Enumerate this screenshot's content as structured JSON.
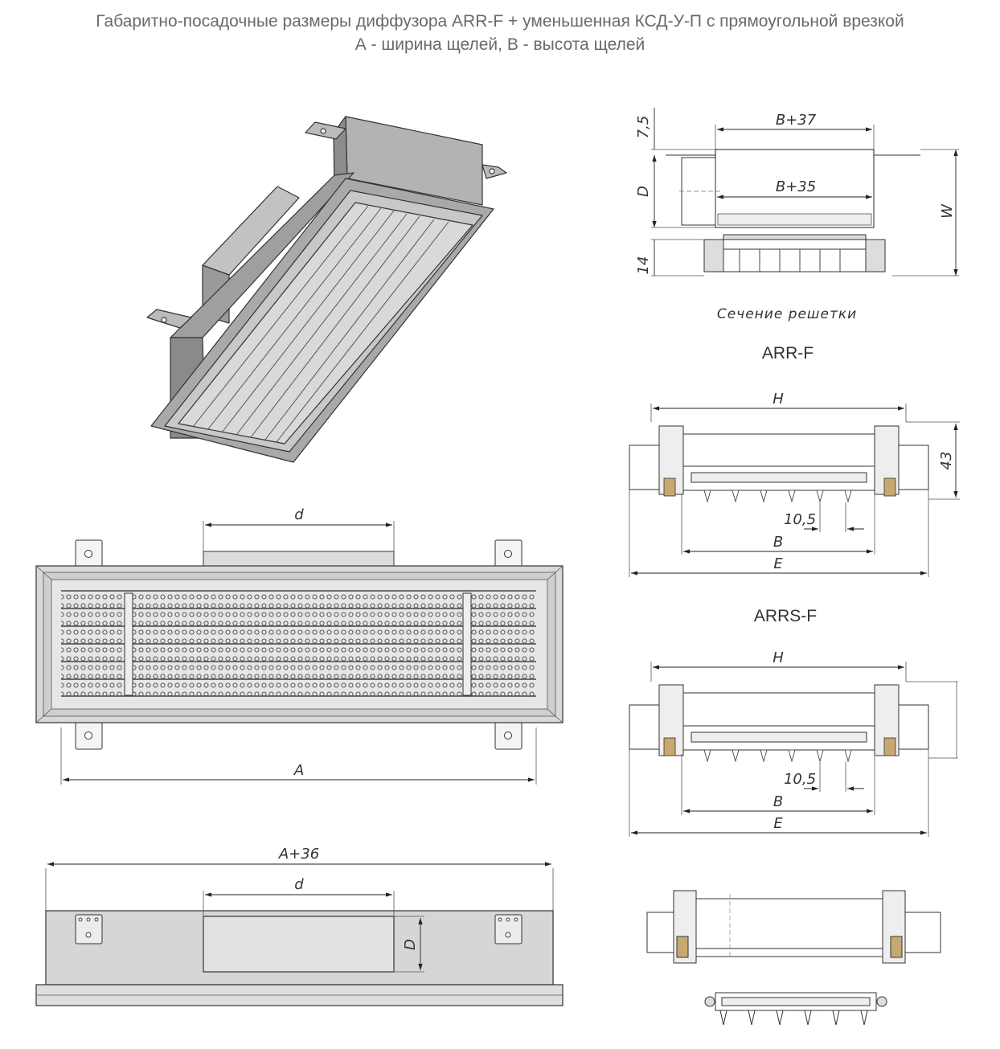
{
  "title": {
    "line1": "Габаритно-посадочные размеры диффузора ARR-F + уменьшенная КСД-У-П с прямоугольной врезкой",
    "line2": "А - ширина щелей, В - высота щелей"
  },
  "section": {
    "dim_7_5": "7,5",
    "dim_b37": "B+37",
    "dim_b35": "B+35",
    "dim_d": "D",
    "dim_w": "W",
    "dim_14": "14",
    "caption": "Сечение решетки"
  },
  "arr_f": {
    "name": "ARR-F",
    "dim_h": "H",
    "dim_43": "43",
    "dim_10_5": "10,5",
    "dim_b": "B",
    "dim_e": "E"
  },
  "arrs_f": {
    "name": "ARRS-F",
    "dim_h": "H",
    "dim_10_5": "10,5",
    "dim_b": "B",
    "dim_e": "E"
  },
  "front": {
    "dim_d": "d",
    "dim_a": "A"
  },
  "bottom": {
    "dim_a36": "A+36",
    "dim_d": "d",
    "dim_D": "D"
  }
}
